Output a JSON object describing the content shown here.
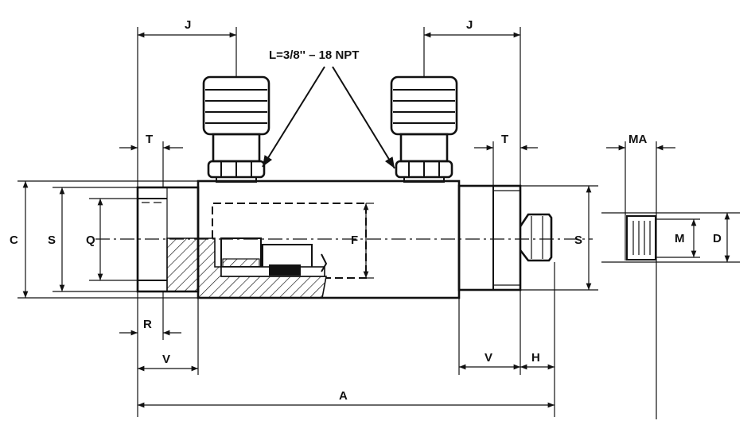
{
  "labels": {
    "thread": "L=3/8'' – 18 NPT",
    "j_left": "J",
    "j_right": "J",
    "t_left": "T",
    "t_right": "T",
    "ma": "MA",
    "c": "C",
    "s_left": "S",
    "q": "Q",
    "f": "F",
    "s_right": "S",
    "m": "M",
    "d": "D",
    "r": "R",
    "v_left": "V",
    "v_right": "V",
    "h": "H",
    "a": "A"
  }
}
